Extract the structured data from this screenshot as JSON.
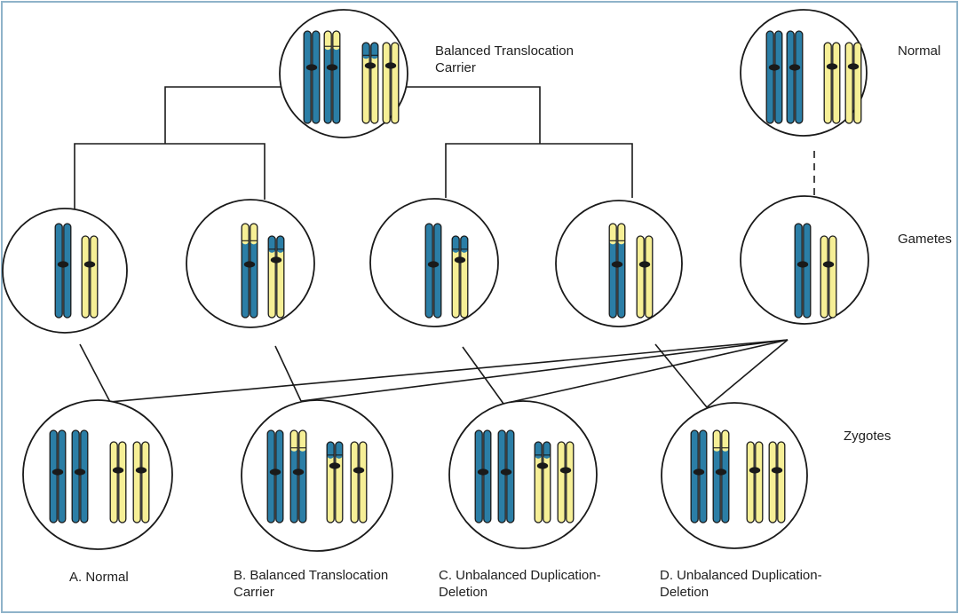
{
  "colors": {
    "blue": "#2b7ea6",
    "yellow": "#f6ef96",
    "outline": "#1a1a1a",
    "frame": "#8fb3c9"
  },
  "labels": {
    "carrier_title": [
      "Balanced Translocation",
      "Carrier"
    ],
    "normal_title": [
      "Normal"
    ],
    "gametes": [
      "Gametes"
    ],
    "zygotes": [
      "Zygotes"
    ],
    "zygote_a": [
      "A. Normal"
    ],
    "zygote_b": [
      "B. Balanced Translocation",
      "Carrier"
    ],
    "zygote_c": [
      "C. Unbalanced Duplication-",
      "Deletion"
    ],
    "zygote_d": [
      "D. Unbalanced Duplication-",
      "Deletion"
    ]
  }
}
